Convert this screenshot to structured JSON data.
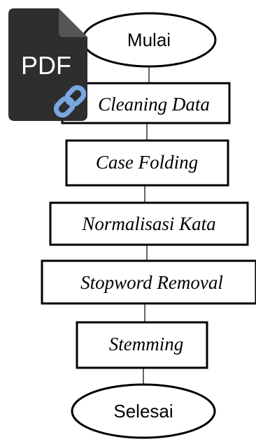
{
  "flowchart": {
    "start_label": "Mulai",
    "steps": [
      "Cleaning Data",
      "Case Folding",
      "Normalisasi Kata",
      "Stopword Removal",
      "Stemming"
    ],
    "end_label": "Selesai"
  },
  "pdf_overlay": {
    "label": "PDF",
    "icon": "pdf-file-link-icon",
    "colors": {
      "body": "#2e2e2e",
      "fold": "#555555",
      "link": "#7aa6e0"
    }
  }
}
